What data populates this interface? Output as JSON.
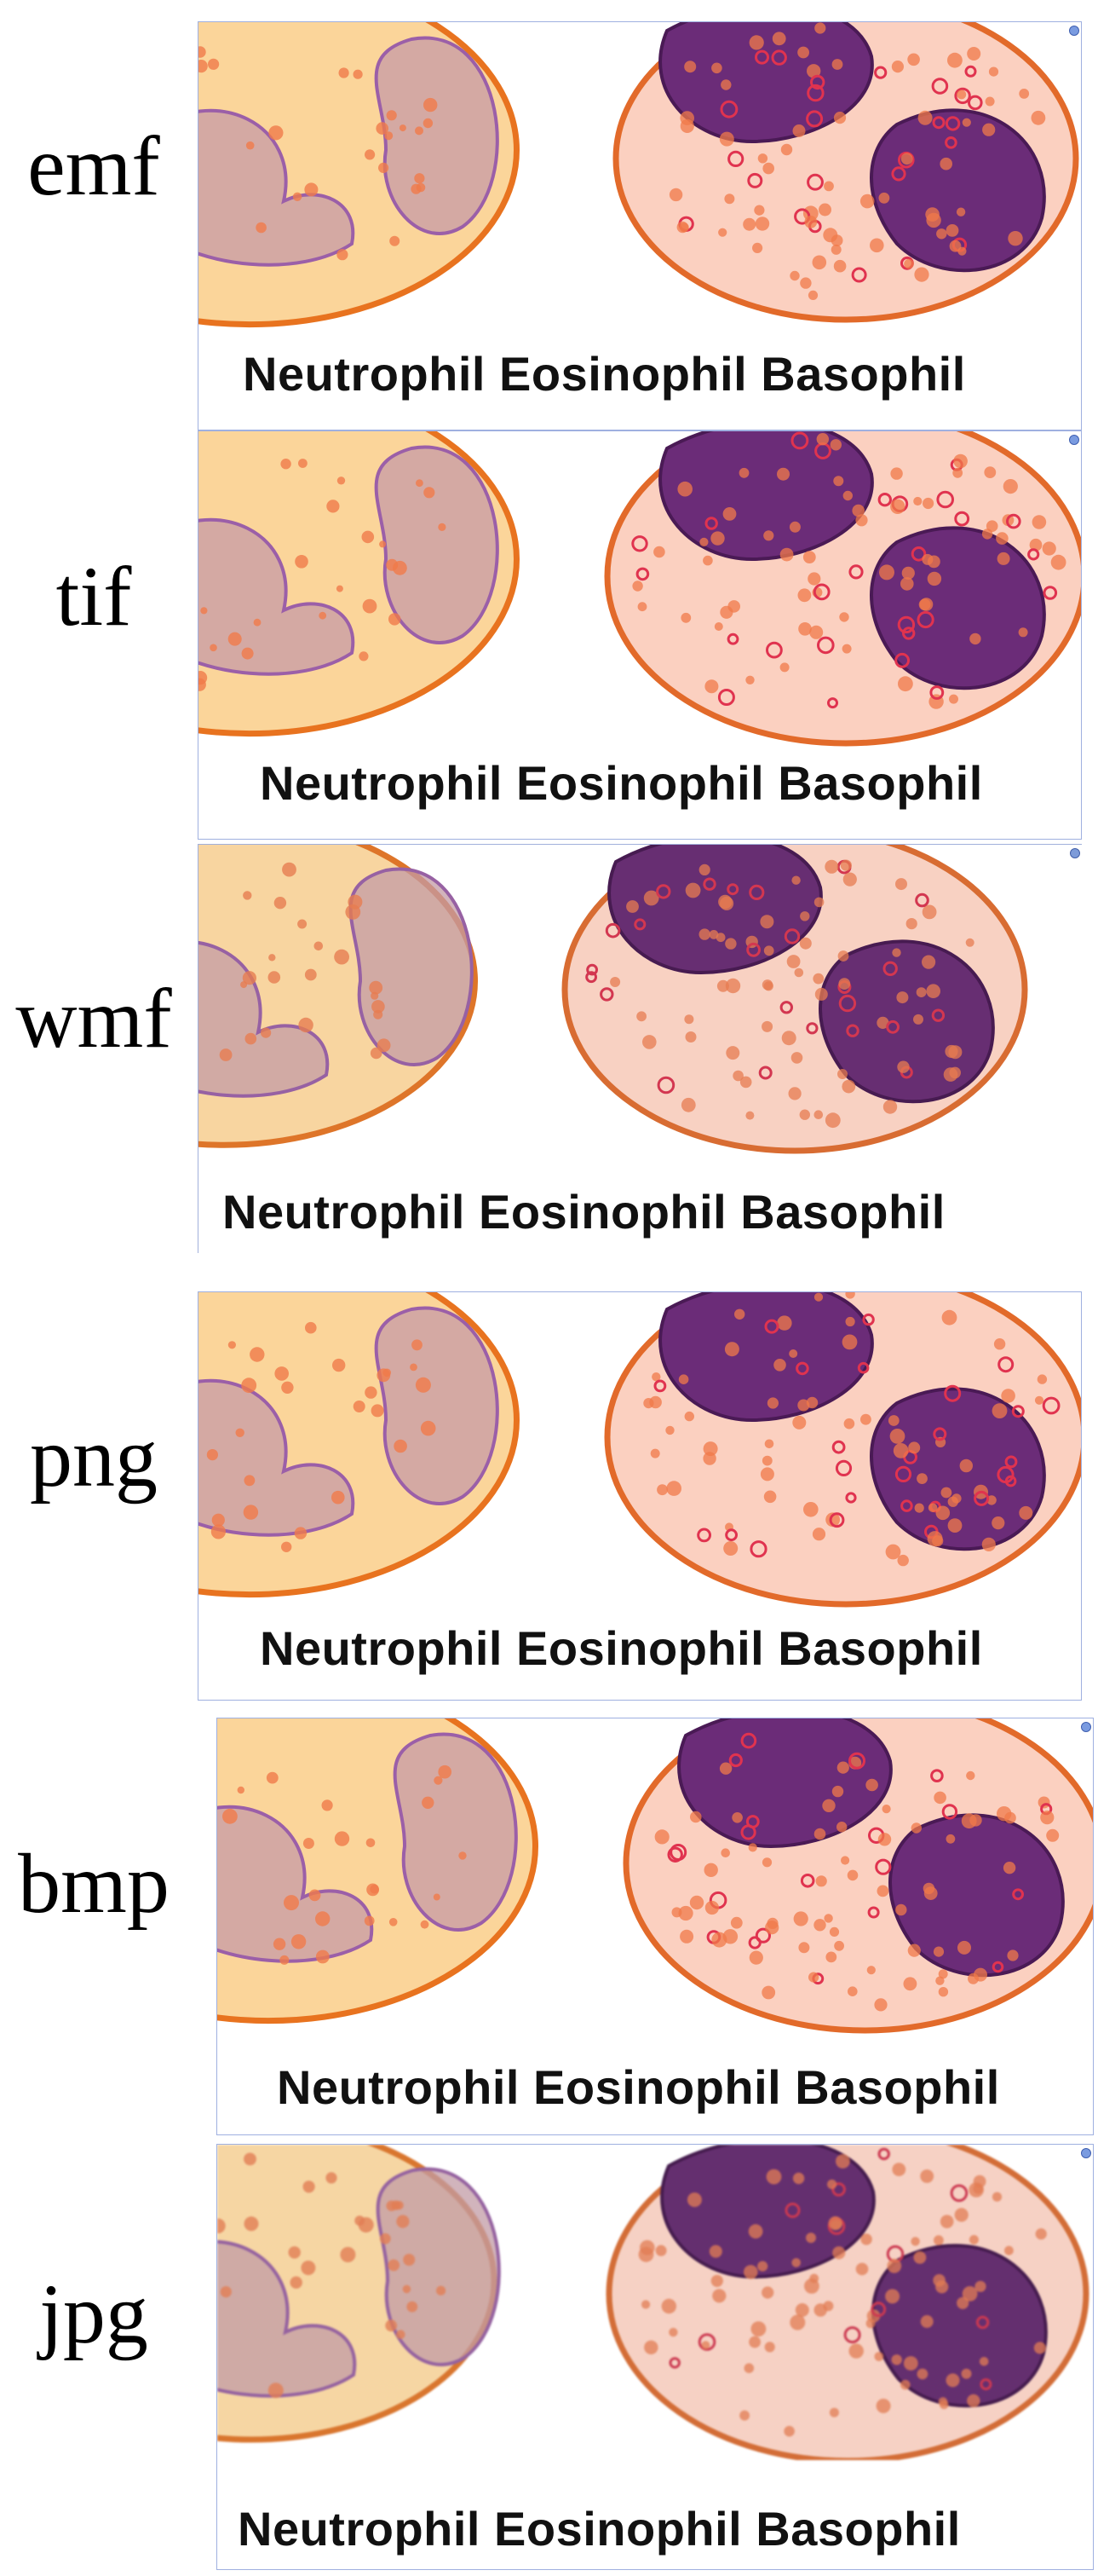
{
  "rows": [
    {
      "format": "emf",
      "caption": "Neutrophil Eosinophil Basophil"
    },
    {
      "format": "tif",
      "caption": "Neutrophil Eosinophil Basophil"
    },
    {
      "format": "wmf",
      "caption": "Neutrophil Eosinophil Basophil"
    },
    {
      "format": "png",
      "caption": "Neutrophil Eosinophil Basophil"
    },
    {
      "format": "bmp",
      "caption": "Neutrophil Eosinophil Basophil"
    },
    {
      "format": "jpg",
      "caption": "Neutrophil Eosinophil Basophil"
    }
  ],
  "colors": {
    "neutrophil_fill": "#fbd59a",
    "neutrophil_outline": "#e8731f",
    "neutrophil_nucleus": "#c79aa6",
    "eosinophil_fill": "#fbd0c0",
    "eosinophil_outline": "#e26a2a",
    "eosinophil_nucleus": "#6b2c78",
    "granule": "#f07a4a",
    "panel_border": "#9fb0e0"
  }
}
